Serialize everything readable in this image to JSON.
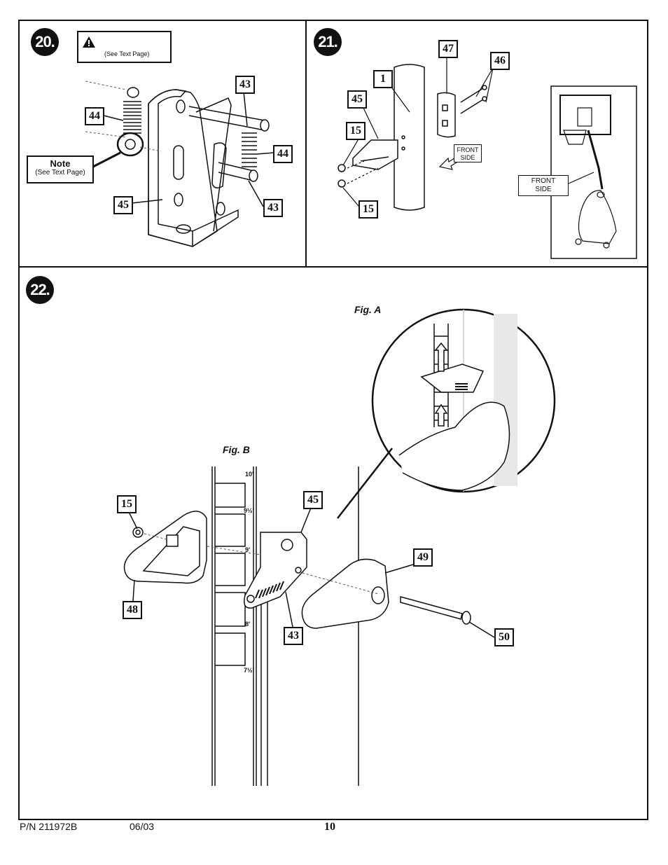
{
  "steps": {
    "s20": "20.",
    "s21": "21.",
    "s22": "22."
  },
  "warning": {
    "icon": "warning-triangle-icon",
    "text": "(See Text Page)"
  },
  "note": {
    "title": "Note",
    "text": "(See Text Page)"
  },
  "labels": {
    "p20_44a": "44",
    "p20_43": "43",
    "p20_44b": "44",
    "p20_45": "45",
    "p20_43b": "43",
    "p21_47": "47",
    "p21_46": "46",
    "p21_1": "1",
    "p21_45": "45",
    "p21_15a": "15",
    "p21_15b": "15",
    "p22_15": "15",
    "p22_45": "45",
    "p22_49": "49",
    "p22_48": "48",
    "p22_43": "43",
    "p22_50": "50"
  },
  "front_side": {
    "a_line1": "FRONT",
    "a_line2": "SIDE",
    "b_line1": "FRONT",
    "b_line2": "SIDE"
  },
  "figures": {
    "fig_a": "Fig. A",
    "fig_b": "Fig. B"
  },
  "pole_marks": [
    "10'",
    "9½'",
    "9'",
    "8'",
    "7½'"
  ],
  "footer": {
    "part_number": "P/N 211972B",
    "date": "06/03",
    "page": "10"
  }
}
